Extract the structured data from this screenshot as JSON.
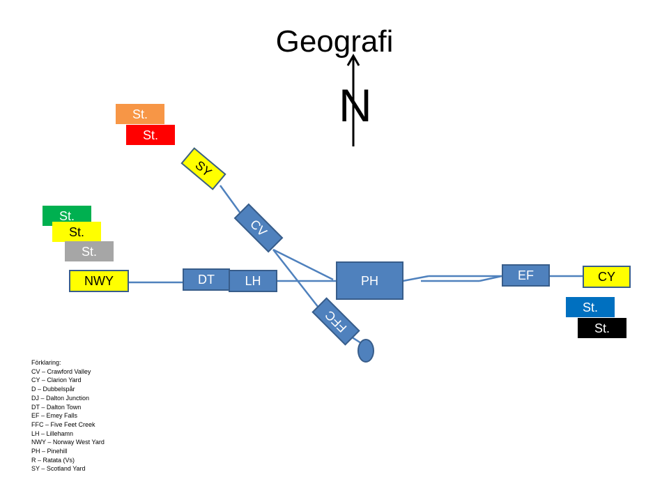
{
  "title": "Geografi",
  "compass": {
    "label": "N"
  },
  "nodes": {
    "sy": "SY",
    "cv": "CV",
    "ffc": "FFC",
    "nwy": "NWY",
    "dt": "DT",
    "lh": "LH",
    "ph": "PH",
    "ef": "EF",
    "cy": "CY"
  },
  "station_tags": [
    {
      "label": "St.",
      "color": "#f79646"
    },
    {
      "label": "St.",
      "color": "#ff0000"
    },
    {
      "label": "St.",
      "color": "#00b050"
    },
    {
      "label": "St.",
      "color": "#ffff00"
    },
    {
      "label": "St.",
      "color": "#a6a6a6"
    },
    {
      "label": "St.",
      "color": "#0070c0"
    },
    {
      "label": "St.",
      "color": "#000000"
    }
  ],
  "legend": {
    "heading": "Förklaring:",
    "items": [
      "CV – Crawford Valley",
      "CY – Clarion Yard",
      "D – Dubbelspår",
      "DJ – Dalton Junction",
      "DT – Dalton Town",
      "EF – Emey Falls",
      "FFC – Five Feet Creek",
      "LH – Lillehamn",
      "NWY – Norway West Yard",
      "PH – Pinehill",
      "R – Ratata (Vs)",
      "SY – Scotland Yard"
    ]
  },
  "colors": {
    "node_fill": "#4f81bd",
    "node_border": "#385d8a",
    "track": "#4f81bd",
    "yard_fill": "#ffff00"
  }
}
